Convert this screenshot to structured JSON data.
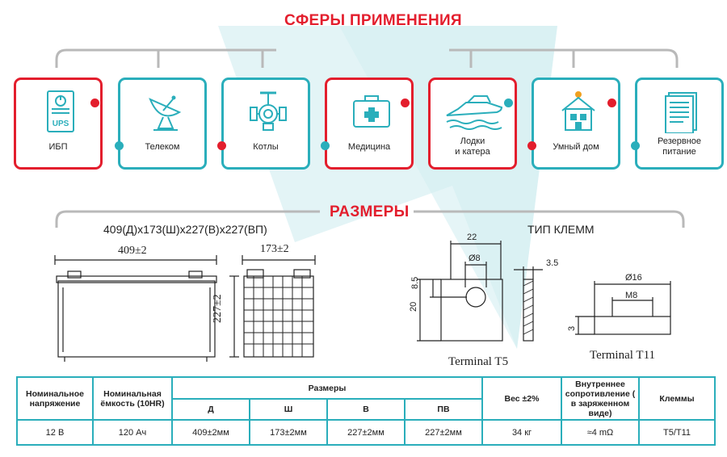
{
  "applications": {
    "title": "СФЕРЫ ПРИМЕНЕНИЯ",
    "items": [
      {
        "label": "ИБП",
        "icon": "ups-icon",
        "icon_text": "UPS"
      },
      {
        "label": "Телеком",
        "icon": "satellite-dish-icon"
      },
      {
        "label": "Котлы",
        "icon": "valve-icon"
      },
      {
        "label": "Медицина",
        "icon": "first-aid-kit-icon"
      },
      {
        "label_line1": "Лодки",
        "label_line2": "и катера",
        "icon": "boat-icon"
      },
      {
        "label": "Умный дом",
        "icon": "smart-house-icon"
      },
      {
        "label_line1": "Резервное",
        "label_line2": "питание",
        "icon": "document-icon"
      }
    ]
  },
  "dimensions": {
    "title": "РАЗМЕРЫ",
    "overall": "409(Д)x173(Ш)x227(В)x227(ВП)",
    "length": "409±2",
    "width": "173±2",
    "height": "227±2"
  },
  "terminals": {
    "title": "ТИП КЛЕММ",
    "t5": {
      "name": "Terminal T5",
      "width": "22",
      "hole": "Ø8",
      "offset": "8.5",
      "height": "20",
      "thickness": "3.5"
    },
    "t11": {
      "name": "Terminal T11",
      "diameter": "Ø16",
      "thread": "M8",
      "height": "3"
    }
  },
  "table": {
    "headers": {
      "voltage": "Номинальное напряжение",
      "capacity": "Номинальная ёмкость (10HR)",
      "sizes": "Размеры",
      "d": "Д",
      "w": "Ш",
      "h": "В",
      "ph": "ПВ",
      "weight": "Вес ±2%",
      "resistance": "Внутреннее сопротивление ( в заряженном виде)",
      "terminals": "Клеммы"
    },
    "row": {
      "voltage": "12 В",
      "capacity": "120 Ач",
      "d": "409±2мм",
      "w": "173±2мм",
      "h": "227±2мм",
      "ph": "227±2мм",
      "weight": "34 кг",
      "resistance": "≈4 mΩ",
      "terminals": "T5/T11"
    }
  },
  "colors": {
    "accent_red": "#e31e2d",
    "accent_teal": "#2aaebb",
    "arrow_bg": "#e3f4f6"
  }
}
